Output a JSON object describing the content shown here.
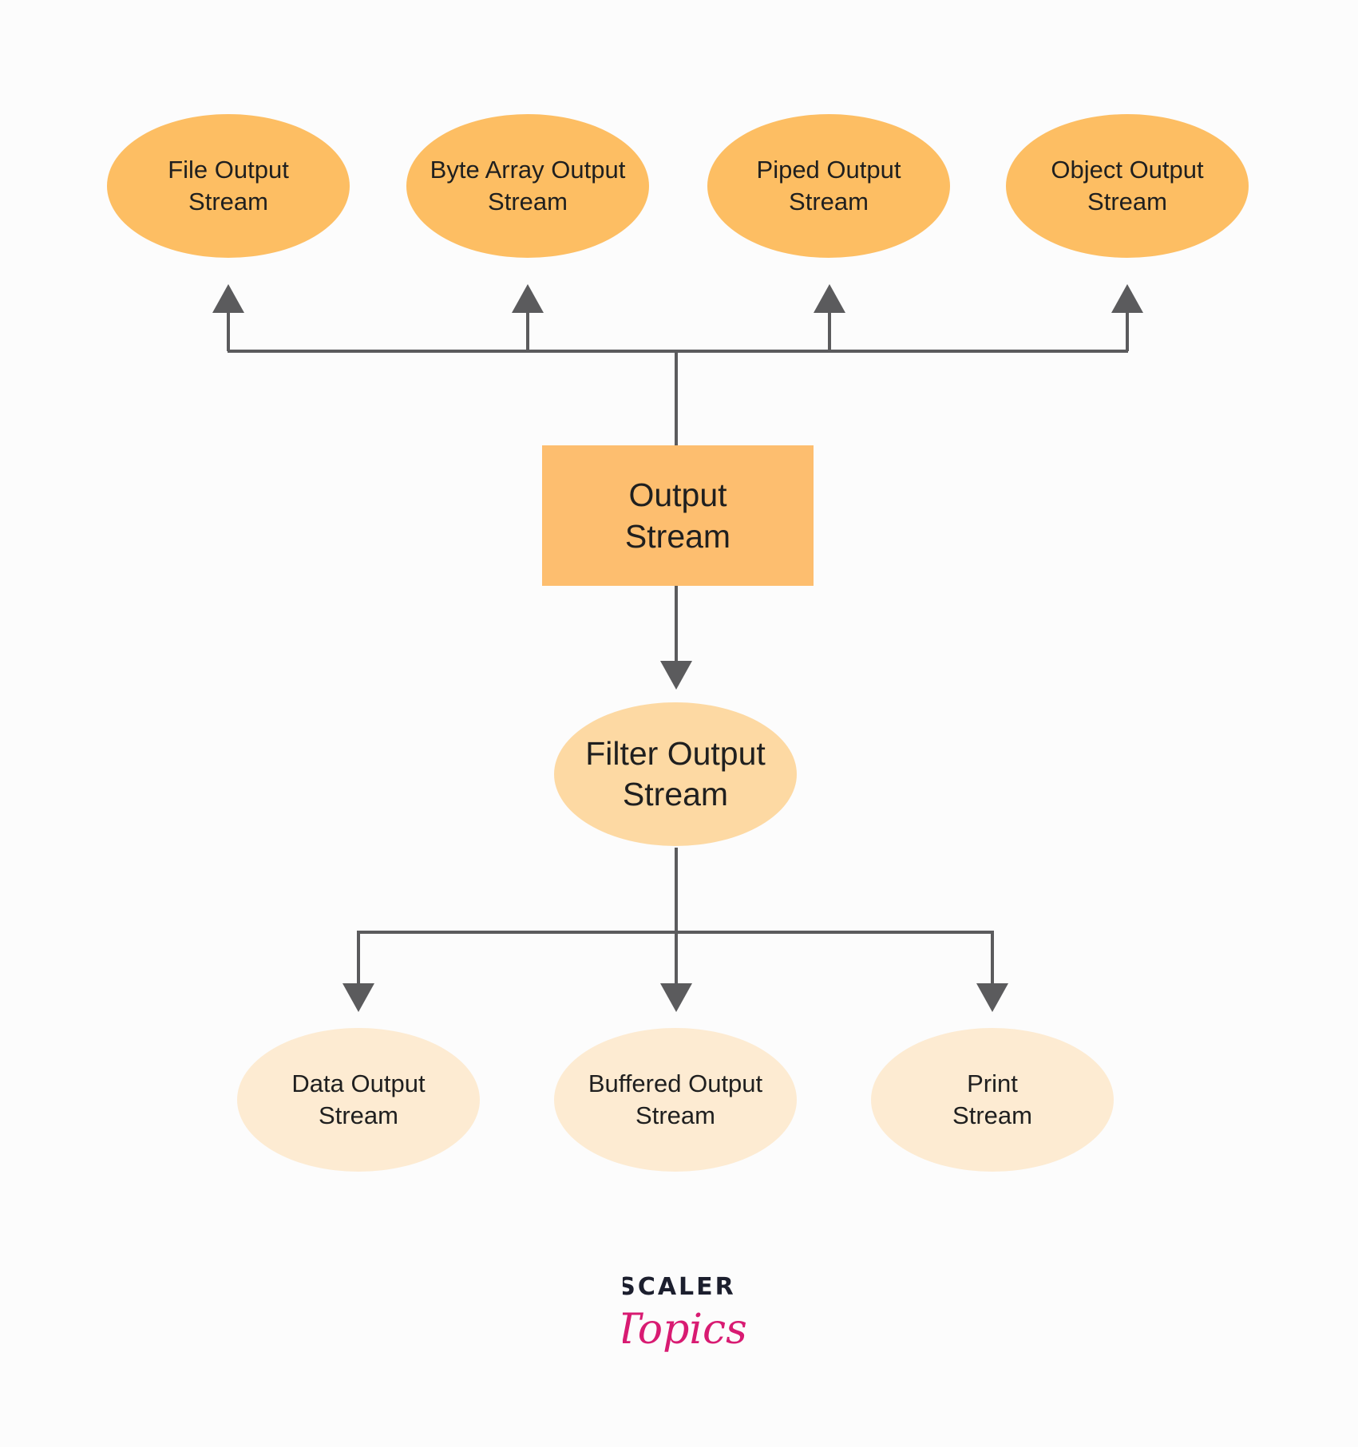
{
  "root": {
    "line1": "Output",
    "line2": "Stream"
  },
  "subclasses": [
    {
      "line1": "File Output",
      "line2": "Stream"
    },
    {
      "line1": "Byte Array Output",
      "line2": "Stream"
    },
    {
      "line1": "Piped Output",
      "line2": "Stream"
    },
    {
      "line1": "Object Output",
      "line2": "Stream"
    }
  ],
  "filter": {
    "line1": "Filter Output",
    "line2": "Stream"
  },
  "filter_subclasses": [
    {
      "line1": "Data Output",
      "line2": "Stream"
    },
    {
      "line1": "Buffered Output",
      "line2": "Stream"
    },
    {
      "line1": "Print",
      "line2": "Stream"
    }
  ],
  "logo": {
    "brand": "SCALER",
    "product": "Topics"
  },
  "colors": {
    "top_node": "#fdbe63",
    "root_node": "#fdbe6f",
    "filter_node": "#fdd9a3",
    "bottom_node": "#fdebd2",
    "connector": "#5b5b5d",
    "logo_dark": "#1c1f2e",
    "logo_pink": "#d81b72"
  }
}
